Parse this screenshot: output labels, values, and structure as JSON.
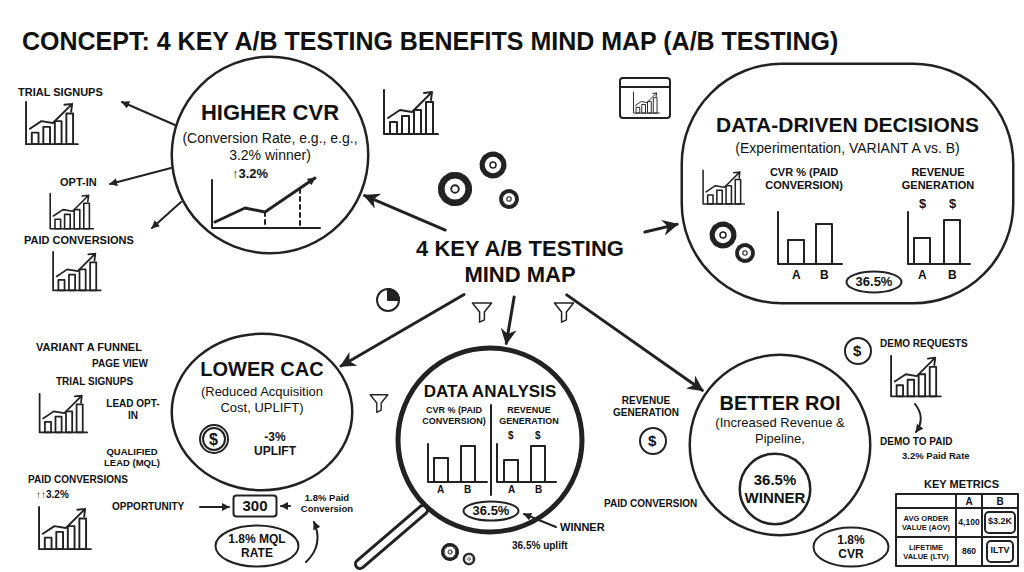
{
  "diagram": {
    "title": "CONCEPT: 4 KEY A/B TESTING BENEFITS MIND MAP (A/B TESTING)",
    "nodes": [
      {
        "text": [
          "HIGHER CVR",
          "(Conversion Rate, e.g., e.g., 3.2% winner)"
        ]
      },
      {
        "text": [
          "DATA-DRIVEN DECISIONS",
          "(Experimentation, VARIANT A vs. B)"
        ]
      },
      {
        "text": [
          "36.5%"
        ],
        "in": 1
      },
      {
        "text": [
          "4 KEY A/B TESTING MIND MAP"
        ]
      },
      {
        "text": [
          "LOWER CAC",
          "(Reduced Acquisition Cost, UPLIFT)"
        ]
      },
      {
        "text": [
          "300"
        ]
      },
      {
        "text": [
          "1.8% MQL RATE"
        ]
      },
      {
        "text": [
          "DATA ANALYSIS"
        ]
      },
      {
        "text": [
          "36.5%"
        ],
        "in": 7
      },
      {
        "text": [
          "BETTER ROI",
          "(Increased Revenue & Pipeline,"
        ]
      },
      {
        "text": [
          "36.5% WINNER"
        ],
        "in": 9
      },
      {
        "text": [
          "1.8% CVR"
        ]
      }
    ],
    "edges": [
      {
        "from": 3,
        "to": 0,
        "arrow": "to"
      },
      {
        "from": 3,
        "to": 1,
        "arrow": "to"
      },
      {
        "from": 3,
        "to": 4,
        "arrow": "to"
      },
      {
        "from": 3,
        "to": 7,
        "arrow": "to"
      },
      {
        "from": 3,
        "to": 9,
        "arrow": "to"
      }
    ],
    "labels": [
      "TRIAL SIGNUPS",
      "OPT-IN",
      "PAID CONVERSIONS",
      "↑3.2%",
      "CVR % (PAID CONVERSION)",
      "REVENUE GENERATION",
      "$",
      "$",
      "A",
      "B",
      "A",
      "B",
      "VARIANT A FUNNEL",
      "PAGE VIEW",
      "TRIAL SIGNUPS",
      "LEAD OPT-IN",
      "$",
      "-3% UPLIFT",
      "QUALIFIED LEAD (MQL)",
      "PAID CONVERSIONS",
      "↑↑3.2%",
      "OPPORTUNITY",
      "1.8% Paid Conversion",
      "CVR % (PAID CONVERSION)",
      "REVENUE GENERATION",
      "$",
      "$",
      "A",
      "B",
      "A",
      "B",
      "WINNER",
      "36.5% uplift",
      "REVENUE GENERATION",
      "$",
      "PAID CONVERSION",
      "$",
      "DEMO REQUESTS",
      "DEMO TO PAID",
      "3.2% Paid Rate",
      "KEY METRICS",
      "A",
      "B",
      "AVG ORDER VALUE (AOV)",
      "4,100",
      "$3.2K",
      "LIFETIME VALUE (LTV)",
      "860",
      "ILTV"
    ]
  }
}
